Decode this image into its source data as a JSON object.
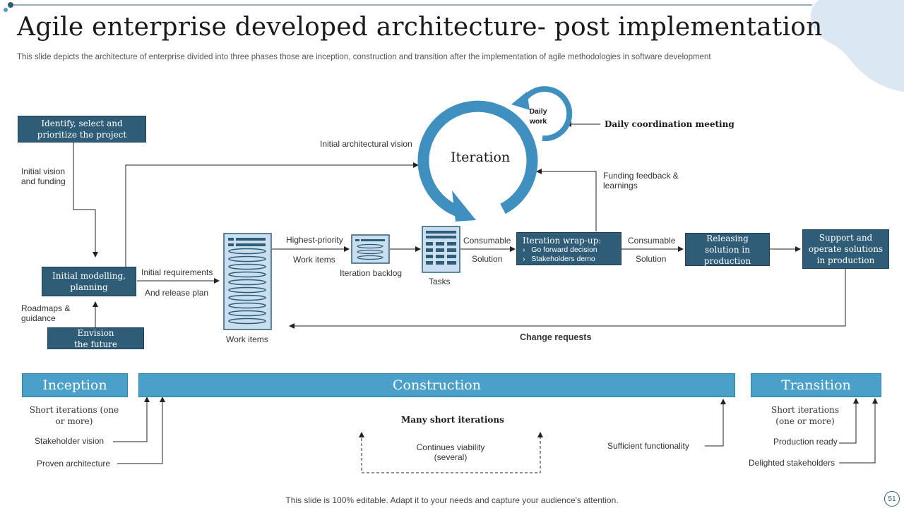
{
  "title": "Agile enterprise developed architecture- post implementation",
  "subtitle": "This slide depicts the architecture of enterprise divided into three phases those are inception, construction and transition after the implementation of agile methodologies in software development",
  "boxes": {
    "identify": "Identify, select and prioritize the project",
    "initial_modelling": "Initial modelling, planning",
    "envision": "Envision the future",
    "releasing": "Releasing solution in production",
    "support": "Support and operate solutions in production"
  },
  "wrapup": {
    "title": "Iteration wrap-up:",
    "items": [
      "Go forward decision",
      "Stakeholders demo"
    ]
  },
  "iteration": {
    "label": "Iteration",
    "daily_work": "Daily work",
    "daily_meeting": "Daily coordination meeting"
  },
  "labels": {
    "initial_vision": "Initial vision and funding",
    "roadmaps": "Roadmaps & guidance",
    "initial_requirements": "Initial requirements",
    "release_plan": "And release plan",
    "initial_arch_vision": "Initial architectural vision",
    "highest_priority": "Highest-priority",
    "work_items_1": "Work items",
    "iteration_backlog": "Iteration backlog",
    "tasks": "Tasks",
    "consumable_1": "Consumable",
    "solution_1": "Solution",
    "consumable_2": "Consumable",
    "solution_2": "Solution",
    "funding_feedback": "Funding feedback & learnings",
    "work_items_2": "Work items",
    "change_requests": "Change requests"
  },
  "phases": {
    "inception": "Inception",
    "construction": "Construction",
    "transition": "Transition"
  },
  "inception_notes": {
    "short_iterations": "Short iterations (one or more)",
    "stakeholder_vision": "Stakeholder vision",
    "proven_architecture": "Proven architecture"
  },
  "construction_notes": {
    "many_short": "Many short iterations",
    "continues_viability": "Continues viability (several)",
    "sufficient_functionality": "Sufficient functionality"
  },
  "transition_notes": {
    "short_iterations": "Short iterations (one or more)",
    "production_ready": "Production ready",
    "delighted": "Delighted stakeholders"
  },
  "footer": "This slide is 100% editable. Adapt it to your needs and capture your audience's attention.",
  "page_number": "51",
  "colors": {
    "dark_box": "#2f5d78",
    "phase": "#4aa0c8",
    "cycle": "#3f8fbf"
  }
}
